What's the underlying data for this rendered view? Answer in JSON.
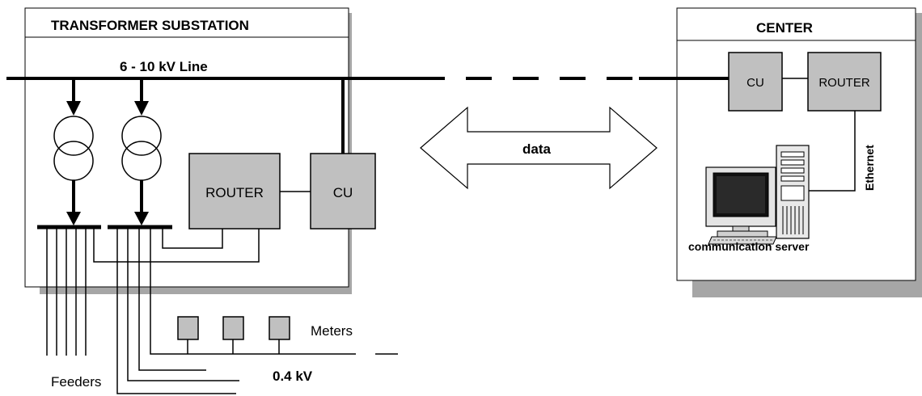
{
  "substation": {
    "title": "TRANSFORMER SUBSTATION",
    "line_label": "6 - 10 kV Line",
    "router_label": "ROUTER",
    "cu_label": "CU"
  },
  "center": {
    "title": "CENTER",
    "cu_label": "CU",
    "router_label": "ROUTER",
    "ethernet_label": "Ethernet",
    "server_label": "communication server"
  },
  "link": {
    "data_label": "data"
  },
  "distribution": {
    "meters_label": "Meters",
    "voltage_label": "0.4 kV",
    "feeders_label": "Feeders"
  },
  "colors": {
    "box_fill": "#c0c0c0",
    "shadow": "#a6a6a6",
    "line": "#000000",
    "background": "#ffffff"
  }
}
